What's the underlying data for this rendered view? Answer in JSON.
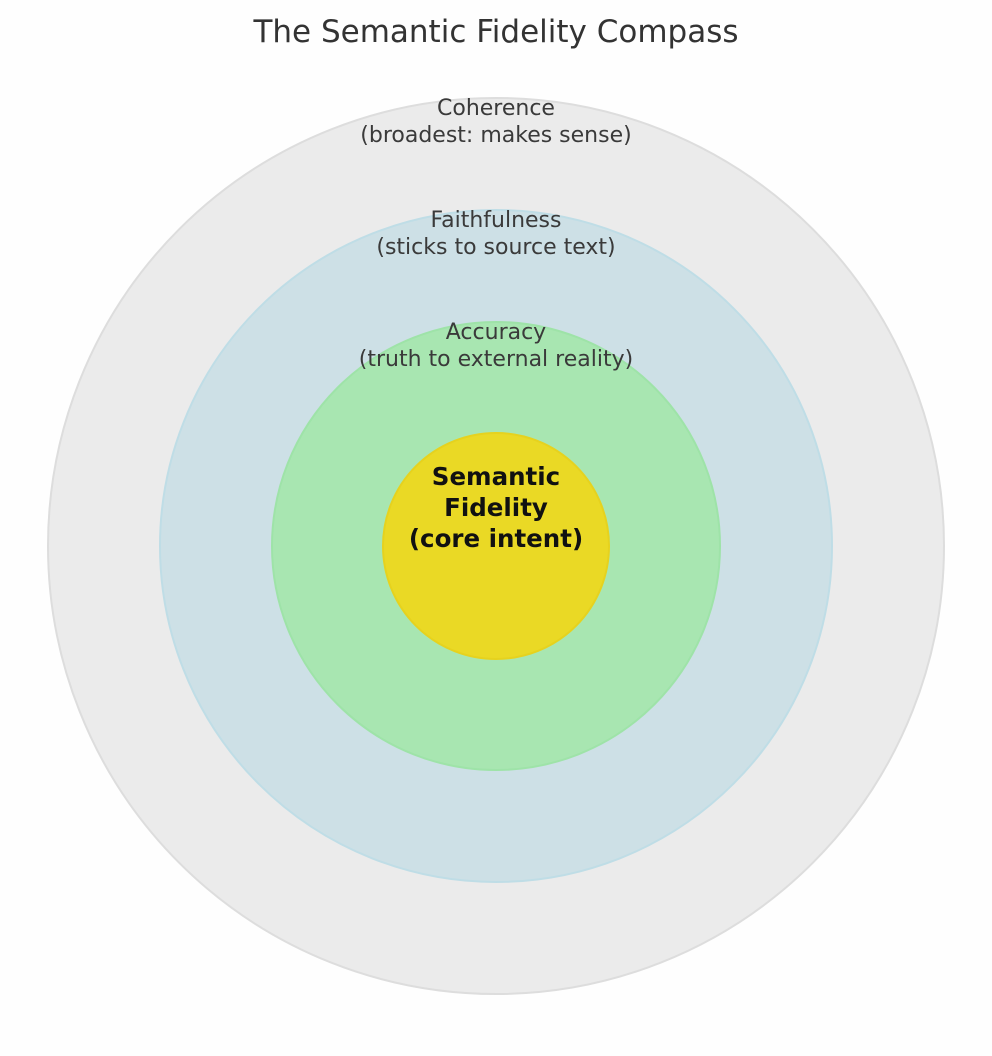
{
  "title": "The Semantic Fidelity Compass",
  "rings": [
    {
      "name": "Coherence",
      "description": "(broadest: makes sense)",
      "color": "#ebebeb",
      "stroke": "#dddddd"
    },
    {
      "name": "Faithfulness",
      "description": "(sticks to source text)",
      "color": "#cde0e6",
      "stroke": "#bfdde6"
    },
    {
      "name": "Accuracy",
      "description": "(truth to external reality)",
      "color": "#a8e6b1",
      "stroke": "#9ee3a8"
    },
    {
      "name": "Semantic",
      "line2": "Fidelity",
      "description": "(core intent)",
      "color": "#ead925",
      "stroke": "#e6d21e"
    }
  ]
}
